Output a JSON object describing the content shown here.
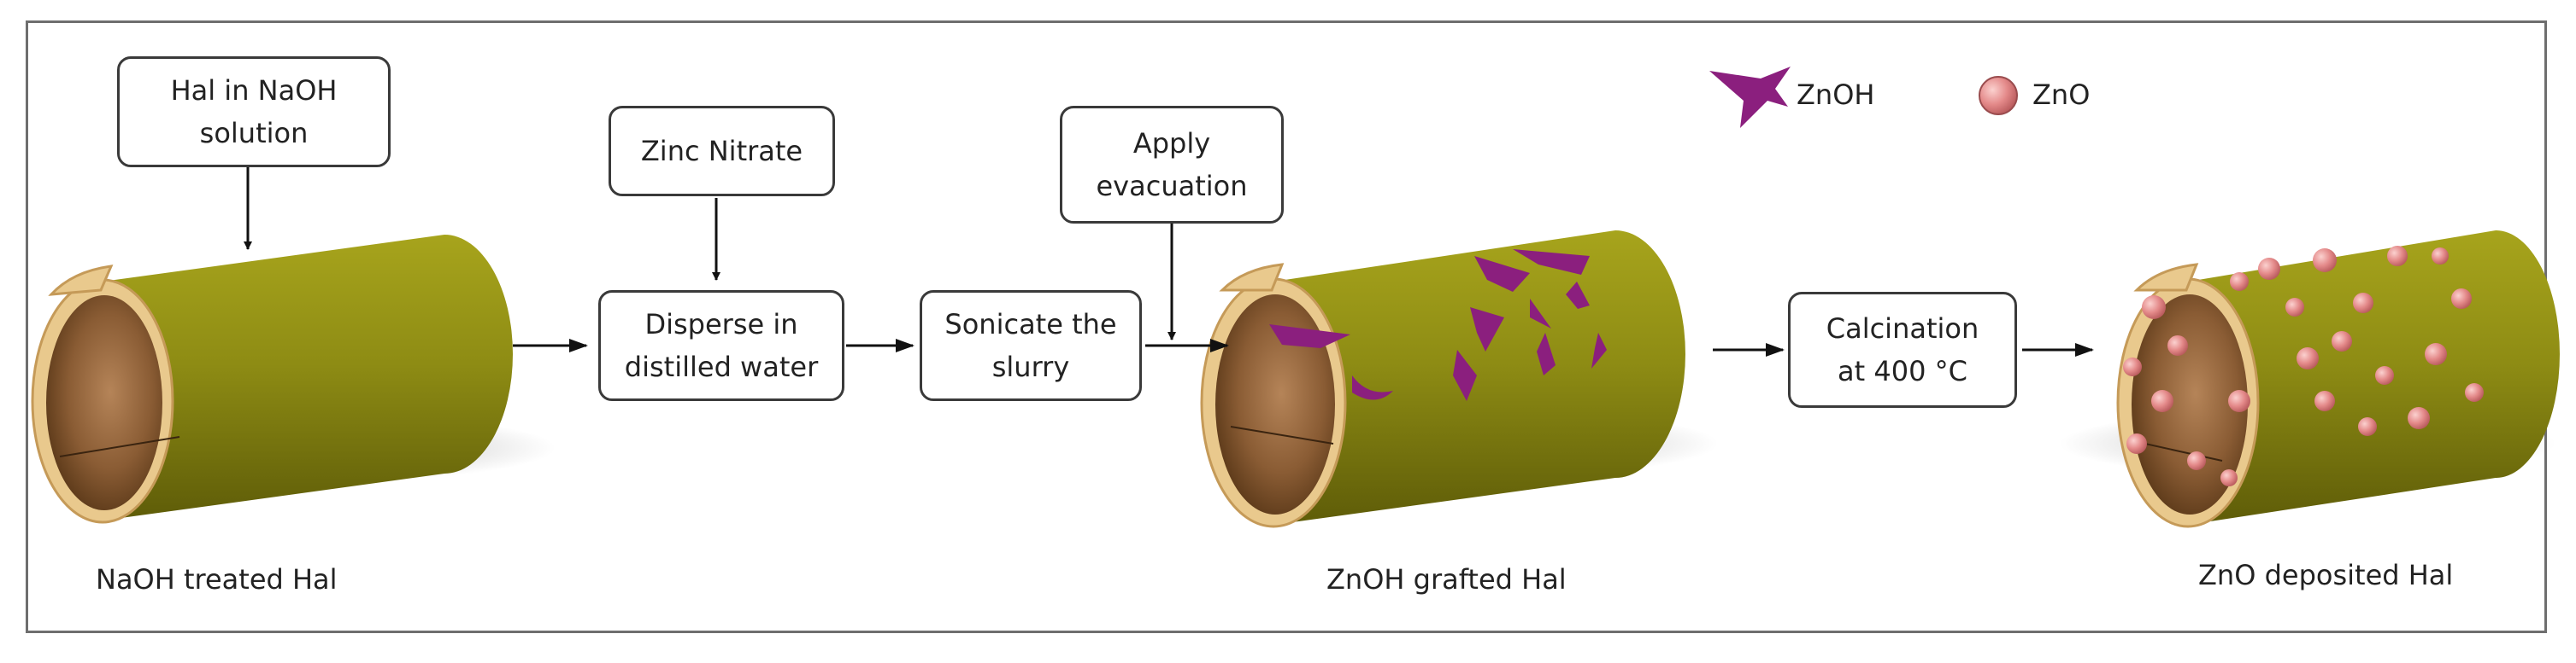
{
  "steps": {
    "hal_naoh": "Hal in NaOH\nsolution",
    "zinc_nitrate": "Zinc Nitrate",
    "disperse": "Disperse in\ndistilled water",
    "sonicate": "Sonicate the\nslurry",
    "evacuation": "Apply\nevacuation",
    "calcination": "Calcination\nat 400 °C"
  },
  "captions": {
    "naoh_treated": "NaOH treated Hal",
    "znoh_grafted": "ZnOH grafted Hal",
    "zno_deposited": "ZnO deposited Hal"
  },
  "legend": {
    "znoh": "ZnOH",
    "zno": "ZnO"
  },
  "colors": {
    "tube_outer": "#8a8a14",
    "tube_rim": "#e8c88e",
    "tube_inner": "#8a5c34",
    "znoh": "#8b1f7e",
    "zno": "#e78a8a",
    "arrow": "#111111"
  }
}
